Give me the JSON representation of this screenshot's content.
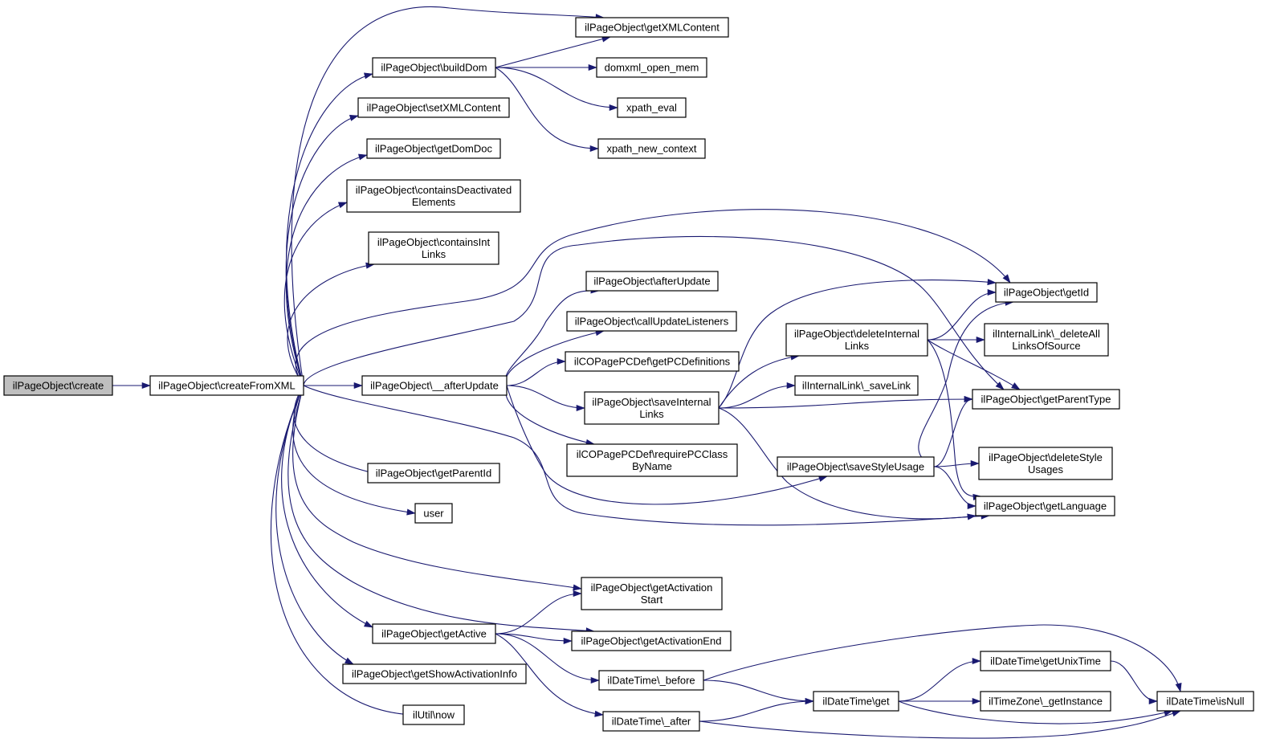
{
  "nodes": [
    {
      "id": "create",
      "lines": [
        "ilPageObject\\create"
      ],
      "root": true
    },
    {
      "id": "createFromXML",
      "lines": [
        "ilPageObject\\createFromXML"
      ]
    },
    {
      "id": "getXMLContent",
      "lines": [
        "ilPageObject\\getXMLContent"
      ]
    },
    {
      "id": "buildDom",
      "lines": [
        "ilPageObject\\buildDom"
      ]
    },
    {
      "id": "domxml_open_mem",
      "lines": [
        "domxml_open_mem"
      ]
    },
    {
      "id": "xpath_eval",
      "lines": [
        "xpath_eval"
      ]
    },
    {
      "id": "xpath_new_context",
      "lines": [
        "xpath_new_context"
      ]
    },
    {
      "id": "setXMLContent",
      "lines": [
        "ilPageObject\\setXMLContent"
      ]
    },
    {
      "id": "getDomDoc",
      "lines": [
        "ilPageObject\\getDomDoc"
      ]
    },
    {
      "id": "containsDeactivatedElements",
      "lines": [
        "ilPageObject\\containsDeactivated",
        "Elements"
      ]
    },
    {
      "id": "containsIntLinks",
      "lines": [
        "ilPageObject\\containsInt",
        "Links"
      ]
    },
    {
      "id": "afterUpdate",
      "lines": [
        "ilPageObject\\afterUpdate"
      ]
    },
    {
      "id": "callUpdateListeners",
      "lines": [
        "ilPageObject\\callUpdateListeners"
      ]
    },
    {
      "id": "getPCDefinitions",
      "lines": [
        "ilCOPagePCDef\\getPCDefinitions"
      ]
    },
    {
      "id": "__afterUpdate",
      "lines": [
        "ilPageObject\\__afterUpdate"
      ]
    },
    {
      "id": "saveInternalLinks",
      "lines": [
        "ilPageObject\\saveInternal",
        "Links"
      ]
    },
    {
      "id": "requirePCClassByName",
      "lines": [
        "ilCOPagePCDef\\requirePCClass",
        "ByName"
      ]
    },
    {
      "id": "deleteInternalLinks",
      "lines": [
        "ilPageObject\\deleteInternal",
        "Links"
      ]
    },
    {
      "id": "saveLink",
      "lines": [
        "ilInternalLink\\_saveLink"
      ]
    },
    {
      "id": "saveStyleUsage",
      "lines": [
        "ilPageObject\\saveStyleUsage"
      ]
    },
    {
      "id": "getId",
      "lines": [
        "ilPageObject\\getId"
      ]
    },
    {
      "id": "deleteAllLinksOfSource",
      "lines": [
        "ilInternalLink\\_deleteAll",
        "LinksOfSource"
      ]
    },
    {
      "id": "getParentType",
      "lines": [
        "ilPageObject\\getParentType"
      ]
    },
    {
      "id": "deleteStyleUsages",
      "lines": [
        "ilPageObject\\deleteStyle",
        "Usages"
      ]
    },
    {
      "id": "getLanguage",
      "lines": [
        "ilPageObject\\getLanguage"
      ]
    },
    {
      "id": "getParentId",
      "lines": [
        "ilPageObject\\getParentId"
      ]
    },
    {
      "id": "user",
      "lines": [
        "user"
      ]
    },
    {
      "id": "getActivationStart",
      "lines": [
        "ilPageObject\\getActivation",
        "Start"
      ]
    },
    {
      "id": "getActive",
      "lines": [
        "ilPageObject\\getActive"
      ]
    },
    {
      "id": "getActivationEnd",
      "lines": [
        "ilPageObject\\getActivationEnd"
      ]
    },
    {
      "id": "getShowActivationInfo",
      "lines": [
        "ilPageObject\\getShowActivationInfo"
      ]
    },
    {
      "id": "now",
      "lines": [
        "ilUtil\\now"
      ]
    },
    {
      "id": "before",
      "lines": [
        "ilDateTime\\_before"
      ]
    },
    {
      "id": "after",
      "lines": [
        "ilDateTime\\_after"
      ]
    },
    {
      "id": "dtGet",
      "lines": [
        "ilDateTime\\get"
      ]
    },
    {
      "id": "getUnixTime",
      "lines": [
        "ilDateTime\\getUnixTime"
      ]
    },
    {
      "id": "getInstance",
      "lines": [
        "ilTimeZone\\_getInstance"
      ]
    },
    {
      "id": "isNull",
      "lines": [
        "ilDateTime\\isNull"
      ]
    }
  ],
  "edges": [
    [
      "create",
      "createFromXML"
    ],
    [
      "createFromXML",
      "getXMLContent"
    ],
    [
      "createFromXML",
      "buildDom"
    ],
    [
      "createFromXML",
      "setXMLContent"
    ],
    [
      "createFromXML",
      "getDomDoc"
    ],
    [
      "createFromXML",
      "containsDeactivatedElements"
    ],
    [
      "createFromXML",
      "containsIntLinks"
    ],
    [
      "createFromXML",
      "getId"
    ],
    [
      "createFromXML",
      "getParentType"
    ],
    [
      "createFromXML",
      "__afterUpdate"
    ],
    [
      "createFromXML",
      "getLanguage"
    ],
    [
      "createFromXML",
      "getParentId"
    ],
    [
      "createFromXML",
      "user"
    ],
    [
      "createFromXML",
      "getActivationStart"
    ],
    [
      "createFromXML",
      "getActivationEnd"
    ],
    [
      "createFromXML",
      "getActive"
    ],
    [
      "createFromXML",
      "getShowActivationInfo"
    ],
    [
      "createFromXML",
      "now"
    ],
    [
      "buildDom",
      "getXMLContent"
    ],
    [
      "buildDom",
      "domxml_open_mem"
    ],
    [
      "buildDom",
      "xpath_eval"
    ],
    [
      "buildDom",
      "xpath_new_context"
    ],
    [
      "__afterUpdate",
      "afterUpdate"
    ],
    [
      "__afterUpdate",
      "callUpdateListeners"
    ],
    [
      "__afterUpdate",
      "getPCDefinitions"
    ],
    [
      "__afterUpdate",
      "saveInternalLinks"
    ],
    [
      "__afterUpdate",
      "requirePCClassByName"
    ],
    [
      "__afterUpdate",
      "saveStyleUsage"
    ],
    [
      "saveInternalLinks",
      "deleteInternalLinks"
    ],
    [
      "saveInternalLinks",
      "saveLink"
    ],
    [
      "saveInternalLinks",
      "getId"
    ],
    [
      "saveInternalLinks",
      "getParentType"
    ],
    [
      "saveInternalLinks",
      "getLanguage"
    ],
    [
      "deleteInternalLinks",
      "getId"
    ],
    [
      "deleteInternalLinks",
      "deleteAllLinksOfSource"
    ],
    [
      "deleteInternalLinks",
      "getParentType"
    ],
    [
      "deleteInternalLinks",
      "getLanguage"
    ],
    [
      "saveStyleUsage",
      "getId"
    ],
    [
      "saveStyleUsage",
      "getParentType"
    ],
    [
      "saveStyleUsage",
      "deleteStyleUsages"
    ],
    [
      "saveStyleUsage",
      "getLanguage"
    ],
    [
      "getActive",
      "getActivationStart"
    ],
    [
      "getActive",
      "getActivationEnd"
    ],
    [
      "getActive",
      "before"
    ],
    [
      "getActive",
      "after"
    ],
    [
      "before",
      "dtGet"
    ],
    [
      "before",
      "isNull"
    ],
    [
      "after",
      "dtGet"
    ],
    [
      "after",
      "isNull"
    ],
    [
      "dtGet",
      "getUnixTime"
    ],
    [
      "dtGet",
      "getInstance"
    ],
    [
      "dtGet",
      "isNull"
    ],
    [
      "getUnixTime",
      "isNull"
    ]
  ]
}
